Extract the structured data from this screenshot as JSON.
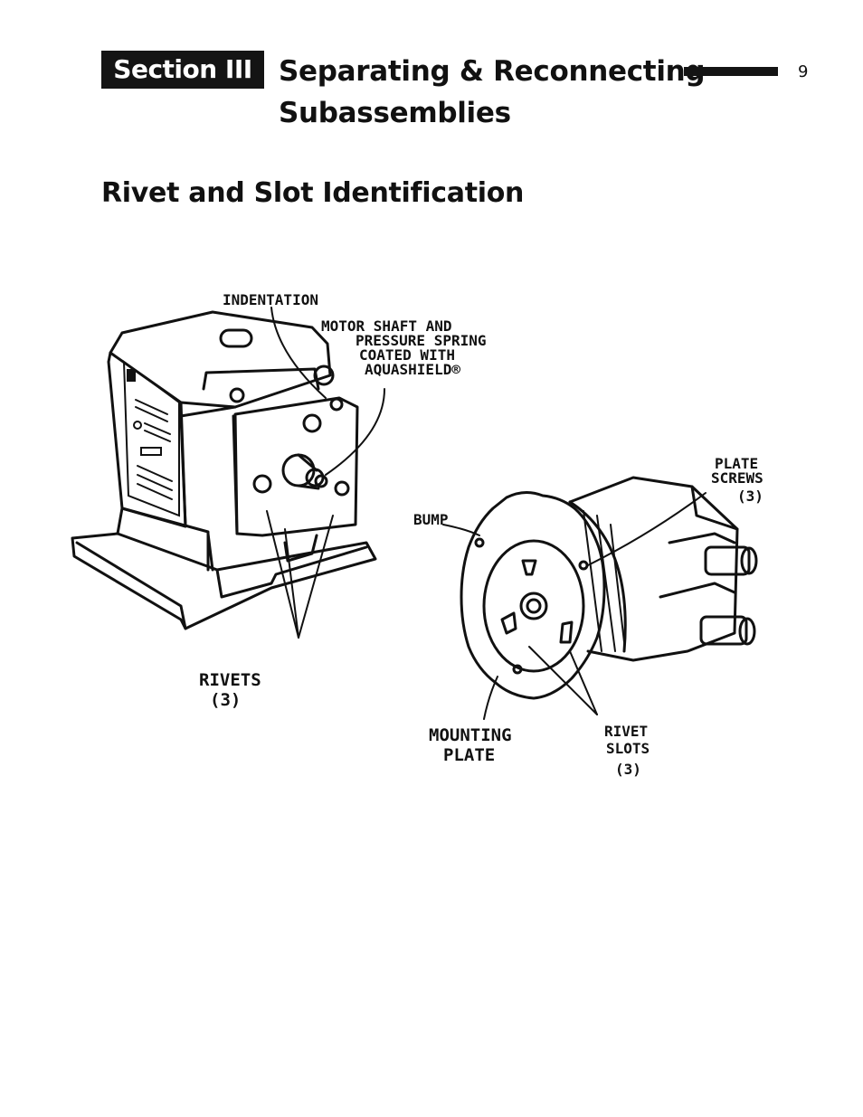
{
  "header": {
    "section_label": "Section III",
    "title_line1": "Separating & Reconnecting",
    "title_line2": "Subassemblies",
    "page_number": "9"
  },
  "subtitle": "Rivet and Slot Identification",
  "figure": {
    "labels": {
      "indentation": "INDENTATION",
      "motor_line1": "MOTOR SHAFT AND",
      "motor_line2": "PRESSURE SPRING",
      "motor_line3": "COATED WITH",
      "motor_line4": "AQUASHIELD®",
      "plate_screws_line1": "PLATE",
      "plate_screws_line2": "SCREWS",
      "plate_screws_line3": "(3)",
      "bump": "BUMP",
      "rivets_line1": "RIVETS",
      "rivets_line2": "(3)",
      "mounting_line1": "MOUNTING",
      "mounting_line2": "PLATE",
      "rivet_slots_line1": "RIVET",
      "rivet_slots_line2": "SLOTS",
      "rivet_slots_line3": "(3)"
    }
  }
}
